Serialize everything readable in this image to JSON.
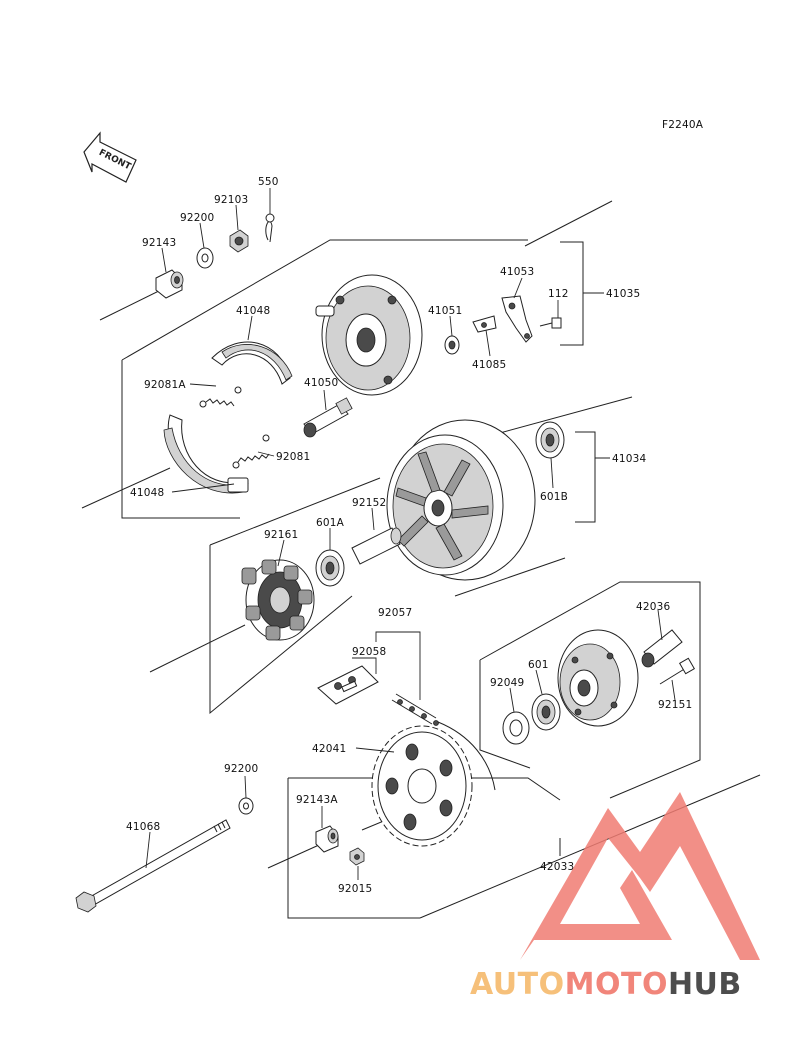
{
  "figure_code": "F2240A",
  "front_label": "FRONT",
  "watermark": {
    "part1": "AUTO",
    "part2": "MOTO",
    "part3": "HUB",
    "color_auto": "#f6c07a",
    "color_moto": "#f1857a",
    "color_hub": "#4d4d4d",
    "color_logo": "#f07b72"
  },
  "parts": {
    "p550": "550",
    "p92103": "92103",
    "p92200a": "92200",
    "p92143": "92143",
    "p41053": "41053",
    "p112": "112",
    "p41035": "41035",
    "p41048a": "41048",
    "p41051": "41051",
    "p41085": "41085",
    "p92081a": "92081A",
    "p41050": "41050",
    "p92081": "92081",
    "p41034": "41034",
    "p41048b": "41048",
    "p601b": "601B",
    "p92152": "92152",
    "p92161": "92161",
    "p601a": "601A",
    "p92057": "92057",
    "p42036": "42036",
    "p92058": "92058",
    "p601": "601",
    "p92049": "92049",
    "p92151": "92151",
    "p42041": "42041",
    "p92200b": "92200",
    "p92143a": "92143A",
    "p41068": "41068",
    "p42033": "42033",
    "p92015": "92015"
  }
}
